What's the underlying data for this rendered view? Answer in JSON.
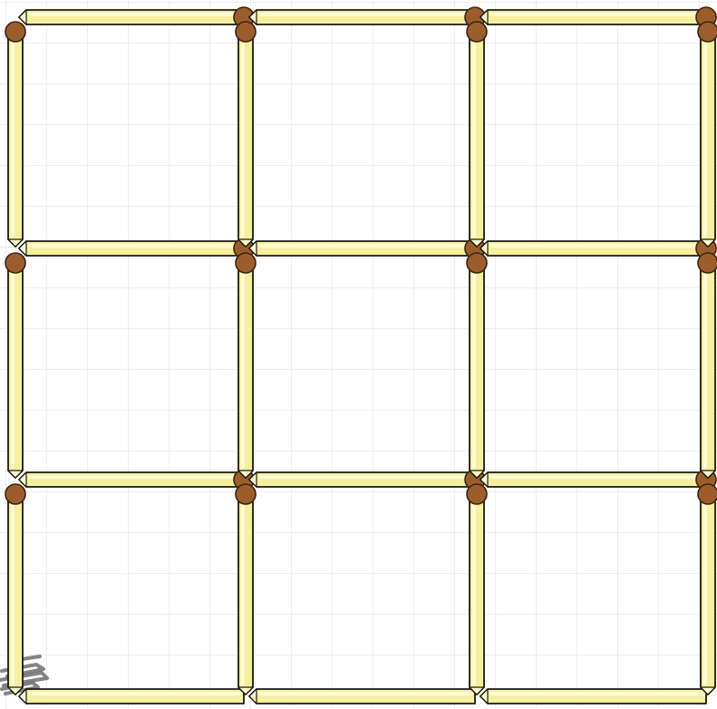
{
  "puzzle": {
    "grid_rows": 3,
    "grid_cols": 3,
    "total_matches": 24,
    "colors": {
      "paper_background": "#ffffff",
      "paper_grid_line": "#e4e4e4",
      "match_body": "#f5f0a0",
      "match_highlight": "#fdfbd2",
      "match_outline": "#1a1a10",
      "match_head": "#9c5d2c",
      "match_head_outline": "#3c230f",
      "corner_scribble": "#6f6f6f"
    },
    "icons": {
      "match": "matchstick-icon",
      "scribble": "pencil-scribble-icon"
    }
  }
}
